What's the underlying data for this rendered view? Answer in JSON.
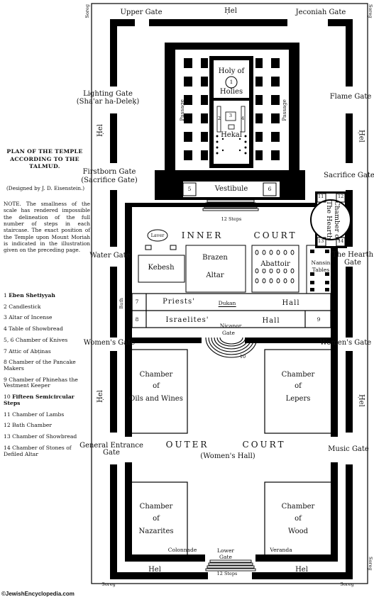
{
  "title": "PLAN OF THE TEMPLE ACCORDING TO THE TALMUD.",
  "designer": "(Designed by J. D. Eisenstein.)",
  "note": "NOTE. The smallness of the scale has rendered impossible the delineation of the full number of steps in each staircase. The exact position of the Temple upon Mount Moriah is indicated in the illustration given on the preceding page.",
  "legend": [
    {
      "num": "1",
      "text": "Eben Shetiyyah"
    },
    {
      "num": "2",
      "text": "Candlestick"
    },
    {
      "num": "3",
      "text": "Altar of Incense"
    },
    {
      "num": "4",
      "text": "Table of Showbread"
    },
    {
      "num": "5, 6",
      "text": "Chamber of Knives"
    },
    {
      "num": "7",
      "text": "Attic of Abṭinas"
    },
    {
      "num": "8",
      "text": "Chamber of the Pancake Makers"
    },
    {
      "num": "9",
      "text": "Chamber of Phinehas the Vestment Keeper"
    },
    {
      "num": "10",
      "text": "Fifteen Semicircular Steps"
    },
    {
      "num": "11",
      "text": "Chamber of Lambs"
    },
    {
      "num": "12",
      "text": "Bath Chamber"
    },
    {
      "num": "13",
      "text": "Chamber of Showbread"
    },
    {
      "num": "14",
      "text": "Chamber of Stones of Defiled Altar"
    }
  ],
  "gates": {
    "upper": "Upper Gate",
    "jeconiah": "Jeconiah Gate",
    "lighting": "Lighting Gate",
    "lighting_sub": "(Sha'ar ha-Deleḳ)",
    "flame": "Flame Gate",
    "firstborn": "Firstborn Gate",
    "firstborn_sub": "(Sacrifice Gate)",
    "sacrifice": "Sacrifice Gate",
    "water": "Water Gate",
    "hearth_gate": "The Hearth",
    "hearth_gate2": "Gate",
    "womens_left": "Women's Gate",
    "womens_right": "Women's Gate",
    "general_entrance": "General Entrance",
    "general_entrance2": "Gate",
    "music": "Music Gate",
    "lower": "Lower",
    "lower2": "Gate",
    "nicanor": "Nicanor",
    "nicanor2": "Gate"
  },
  "hel": "Ḥel",
  "soreg": "Soreg",
  "temple": {
    "holy_of_holies_1": "Holy of",
    "holy_of_holies_2": "Holies",
    "hekal": "Hekal",
    "passage": "Passage",
    "vestibule": "Vestibule",
    "twelve_steps": "12 Steps",
    "n5": "5",
    "n6": "6",
    "n1": "1",
    "n2": "2",
    "n3": "3",
    "n4": "4"
  },
  "inner": {
    "inner": "INNER",
    "court": "COURT",
    "laver": "Laver",
    "kebesh": "Kebesh",
    "brazen": "Brazen",
    "altar": "Altar",
    "abattoir": "Abattoir",
    "nansin": "Nansin",
    "tables": "Tables",
    "hearth_1": "Chamber of",
    "hearth_2": "The Hearth",
    "n11": "11",
    "n12": "12",
    "n13": "13",
    "n14": "14",
    "bath": "Bath",
    "n7": "7",
    "n8": "8",
    "n9": "9",
    "n10": "10",
    "priests": "Priests'",
    "dukan": "Dukan",
    "hall": "Hall",
    "israelites": "Israelites'",
    "hall2": "Hall"
  },
  "outer": {
    "outer": "OUTER",
    "court": "COURT",
    "womens_hall": "(Women's Hall)",
    "oils_1": "Chamber",
    "oils_2": "of",
    "oils_3": "Oils and Wines",
    "lepers_1": "Chamber",
    "lepers_2": "of",
    "lepers_3": "Lepers",
    "naz_1": "Chamber",
    "naz_2": "of",
    "naz_3": "Nazarites",
    "wood_1": "Chamber",
    "wood_2": "of",
    "wood_3": "Wood",
    "colonnade": "Colonnade",
    "veranda": "Veranda",
    "twelve_steps": "12 Steps"
  },
  "credit": "©JewishEncyclopedia.com"
}
